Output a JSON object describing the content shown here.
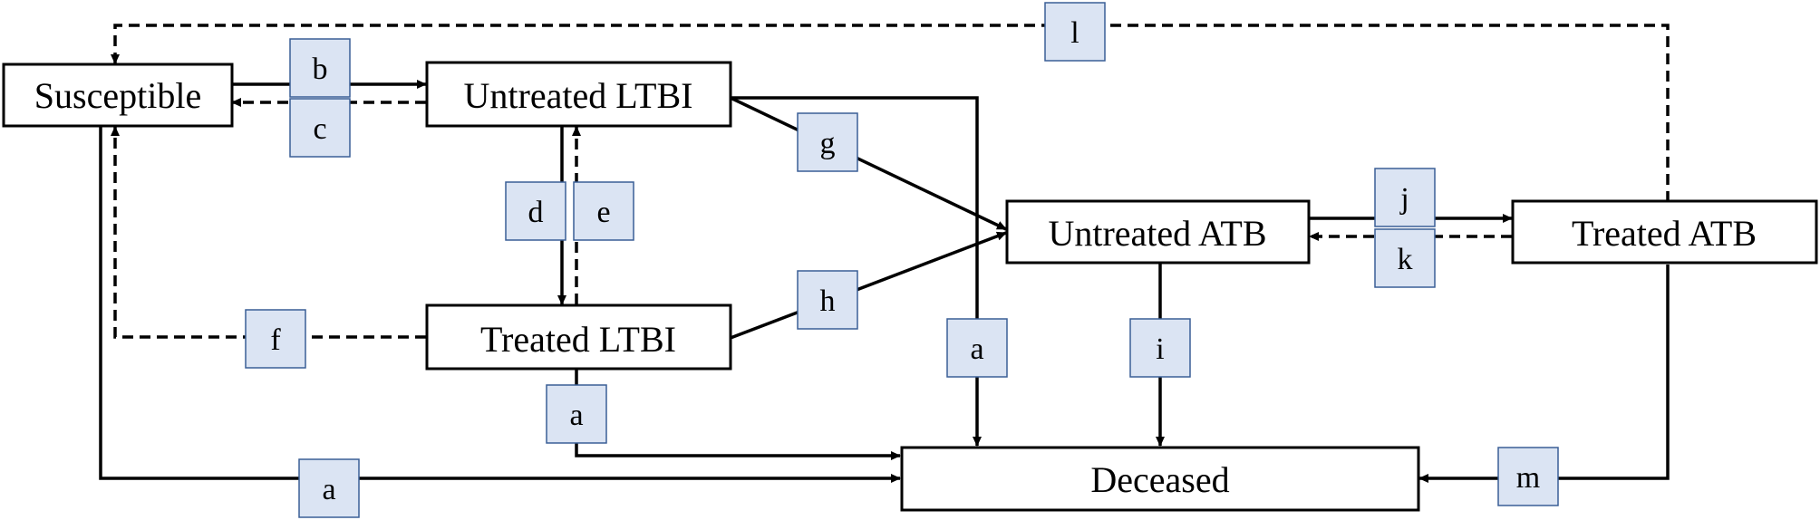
{
  "states": {
    "susceptible": "Susceptible",
    "untreated_ltbi": "Untreated LTBI",
    "treated_ltbi": "Treated LTBI",
    "untreated_atb": "Untreated ATB",
    "treated_atb": "Treated ATB",
    "deceased": "Deceased"
  },
  "rates": {
    "b": "b",
    "c": "c",
    "d": "d",
    "e": "e",
    "f": "f",
    "g": "g",
    "h": "h",
    "i": "i",
    "j": "j",
    "k": "k",
    "l": "l",
    "m": "m",
    "a_susceptible": "a",
    "a_treated_ltbi": "a",
    "a_untreated_ltbi": "a"
  },
  "colors": {
    "rate_box_fill": "#dbe4f3",
    "rate_box_stroke": "#3a5f96",
    "line": "#000000"
  }
}
